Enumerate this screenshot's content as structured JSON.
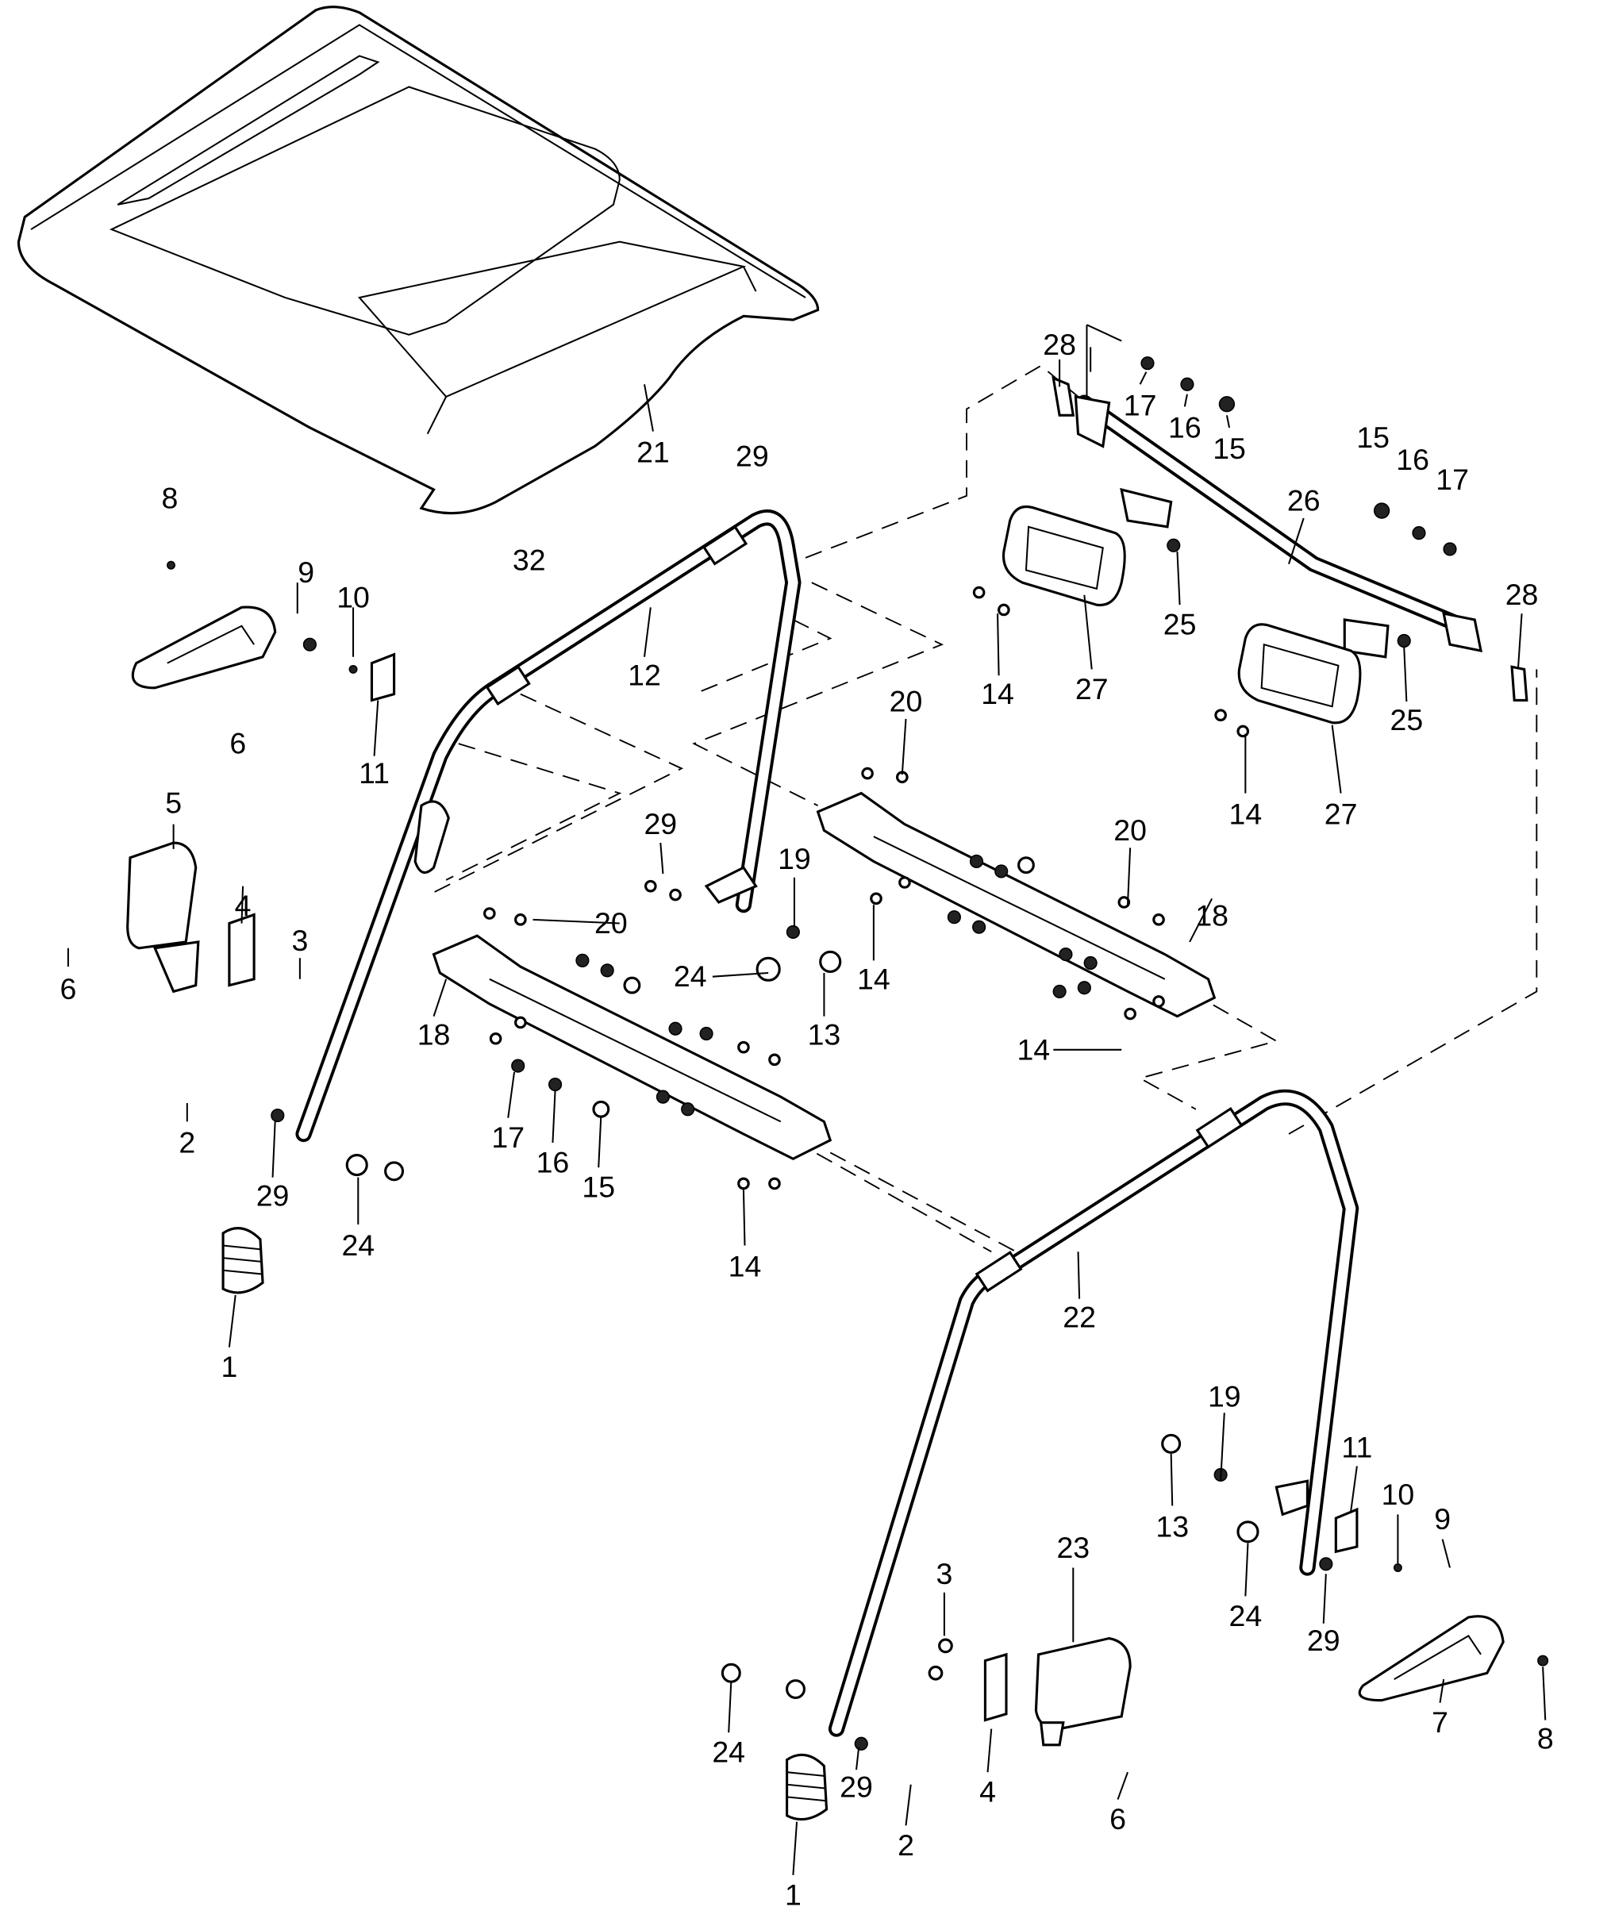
{
  "callouts": {
    "c21": "21",
    "c29a": "29",
    "c32": "32",
    "c8a": "8",
    "c9a": "9",
    "c10a": "10",
    "c6a": "6",
    "c11a": "11",
    "c12": "12",
    "c28a": "28",
    "c17a": "17",
    "c16a": "16",
    "c15a": "15",
    "c15b": "15",
    "c16b": "16",
    "c17b": "17",
    "c26": "26",
    "c28b": "28",
    "c25a": "25",
    "c25b": "25",
    "c14a": "14",
    "c27a": "27",
    "c14b": "14",
    "c27b": "27",
    "c20a": "20",
    "c20b": "20",
    "c18a": "18",
    "c5": "5",
    "c4a": "4",
    "c3a": "3",
    "c6b": "6",
    "c29b": "29",
    "c19a": "19",
    "c20c": "20",
    "c24a": "24",
    "c13a": "13",
    "c14c": "14",
    "c14d": "14",
    "c18b": "18",
    "c2a": "2",
    "c29c": "29",
    "c24b": "24",
    "c17c": "17",
    "c16c": "16",
    "c15c": "15",
    "c14e": "14",
    "c22": "22",
    "c1a": "1",
    "c19b": "19",
    "c11b": "11",
    "c10b": "10",
    "c9b": "9",
    "c13b": "13",
    "c24c": "24",
    "c29d": "29",
    "c3b": "3",
    "c23": "23",
    "c4b": "4",
    "c6c": "6",
    "c7": "7",
    "c8b": "8",
    "c24d": "24",
    "c29e": "29",
    "c2b": "2",
    "c1b": "1"
  }
}
